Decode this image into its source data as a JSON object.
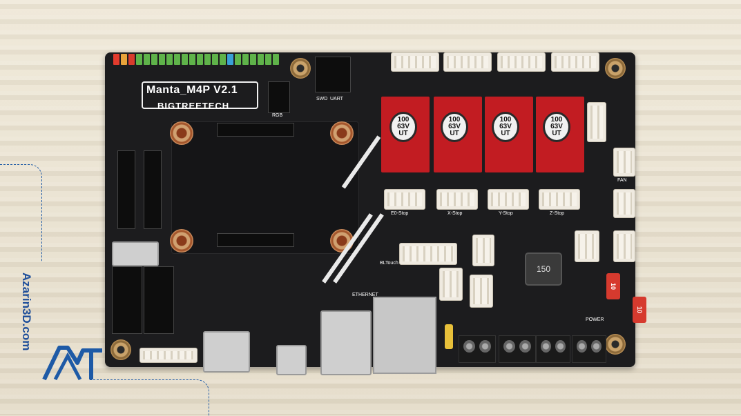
{
  "board": {
    "model": "Manta_M4P V2.1",
    "brand": "BIGTREETECH"
  },
  "capacitor_label": "100\n63V\nUT",
  "inductor_label": "150",
  "fuse_label": "10",
  "ethernet_label": "ETHERNET",
  "silkscreen": {
    "x_stop": "X-Stop",
    "y_stop": "Y-Stop",
    "z_stop": "Z-Stop",
    "e0_stop": "E0-Stop",
    "bltouch": "BLTouch",
    "swd": "SWD",
    "uart": "UART",
    "rgb": "RGB",
    "power": "POWER",
    "fan": "FAN"
  },
  "watermark": {
    "site": "Azarin3D.com"
  },
  "colors": {
    "board": "#1c1c1e",
    "driver_red": "#c21c22",
    "accent_blue": "#1e5aa6"
  }
}
